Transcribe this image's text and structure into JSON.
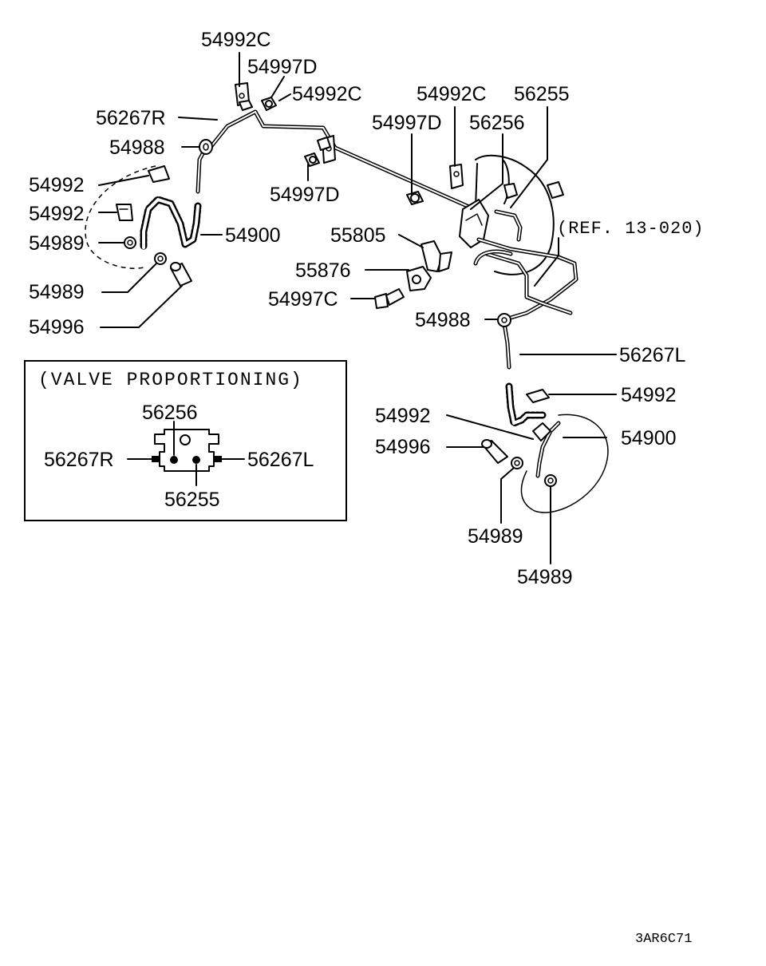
{
  "labels": {
    "top_54992c_a": "54992C",
    "top_54997d_a": "54997D",
    "top_54992c_b": "54992C",
    "top_56267r": "56267R",
    "top_54988": "54988",
    "left_54992_a": "54992",
    "left_54992_b": "54992",
    "left_54989_a": "54989",
    "left_54900": "54900",
    "mid_54997d": "54997D",
    "right_54992c": "54992C",
    "right_56255": "56255",
    "right_54997d": "54997D",
    "right_56256": "56256",
    "mid_55805": "55805",
    "mid_55876": "55876",
    "mid_54997c": "54997C",
    "left_54989_b": "54989",
    "left_54996": "54996",
    "ref": "(REF. 13-020)",
    "mid_54988": "54988",
    "right_56267l": "56267L",
    "low_54992_a": "54992",
    "low_54992_b": "54992",
    "low_54996": "54996",
    "low_54900": "54900",
    "low_54989_a": "54989",
    "low_54989_b": "54989",
    "code": "3AR6C71"
  },
  "inset": {
    "title": "(VALVE PROPORTIONING)",
    "label_56256": "56256",
    "label_56267r": "56267R",
    "label_56267l": "56267L",
    "label_56255": "56255"
  }
}
